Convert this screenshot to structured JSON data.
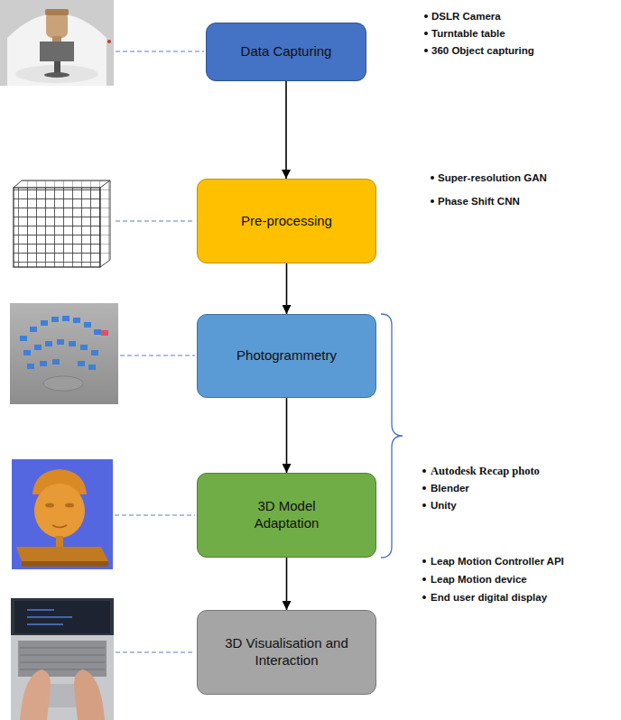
{
  "diagram": {
    "nodes": [
      {
        "text": [
          "Data Capturing"
        ]
      },
      {
        "text": [
          "Pre-processing"
        ]
      },
      {
        "text": [
          "Photogrammetry"
        ]
      },
      {
        "text": [
          "3D Model Adaptation"
        ]
      },
      {
        "text": [
          "3D Visualisation and Interaction"
        ]
      }
    ],
    "edges": [
      {
        "from": 0,
        "to": 1,
        "arrow": "to"
      },
      {
        "from": 1,
        "to": 2,
        "arrow": "to"
      },
      {
        "from": 2,
        "to": 3,
        "arrow": "to"
      },
      {
        "from": 3,
        "to": 4,
        "arrow": "to"
      }
    ],
    "labels": [
      "DSLR Camera",
      "Turntable table",
      "360 Object capturing",
      "Super-resolution GAN",
      "Phase Shift CNN",
      "Autodesk Recap photo",
      "Blender",
      "Unity",
      "Leap Motion Controller API",
      "Leap Motion device",
      "End user digital display"
    ]
  }
}
